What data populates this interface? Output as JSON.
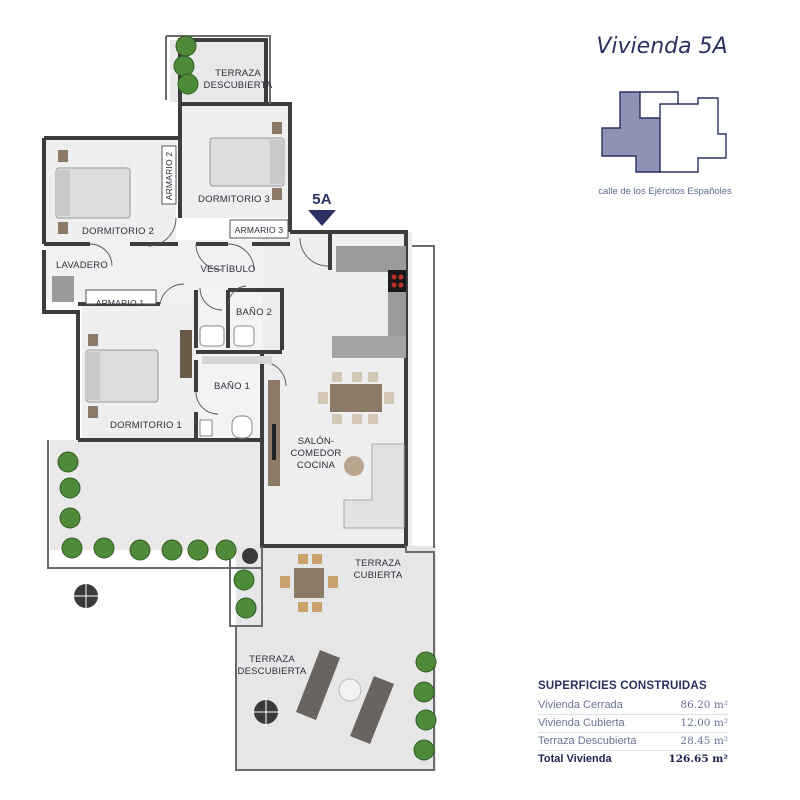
{
  "title": "Vivienda 5A",
  "street": "calle de los Ejércitos Españoles",
  "entry_label": "5A",
  "rooms": {
    "terraza_top": [
      "TERRAZA",
      "DESCUBIERTA"
    ],
    "dormitorio3": "DORMITORIO 3",
    "armario2": "ARMARIO 2",
    "dormitorio2": "DORMITORIO 2",
    "armario3": "ARMARIO 3",
    "lavadero": "LAVADERO",
    "vestibulo": "VESTÍBULO",
    "armario1": "ARMARIO 1",
    "bano2": "BAÑO 2",
    "bano1": "BAÑO 1",
    "dormitorio1": "DORMITORIO 1",
    "salon": [
      "SALÓN-",
      "COMEDOR",
      "COCINA"
    ],
    "terraza_cubierta": [
      "TERRAZA",
      "CUBIERTA"
    ],
    "terraza_bottom": [
      "TERRAZA",
      "DESCUBIERTA"
    ]
  },
  "surfaces": {
    "heading": "SUPERFICIES CONSTRUIDAS",
    "rows": [
      {
        "label": "Vivienda Cerrada",
        "value": "86.20 m²"
      },
      {
        "label": "Vivienda Cubierta",
        "value": "12.00 m²"
      },
      {
        "label": "Terraza Descubierta",
        "value": "28.45 m²"
      }
    ],
    "total": {
      "label": "Total Vivienda",
      "value": "126.65 m²"
    }
  },
  "colors": {
    "accent": "#2b3160",
    "highlight": "#8e93b6",
    "wall": "#3d3d3d"
  }
}
